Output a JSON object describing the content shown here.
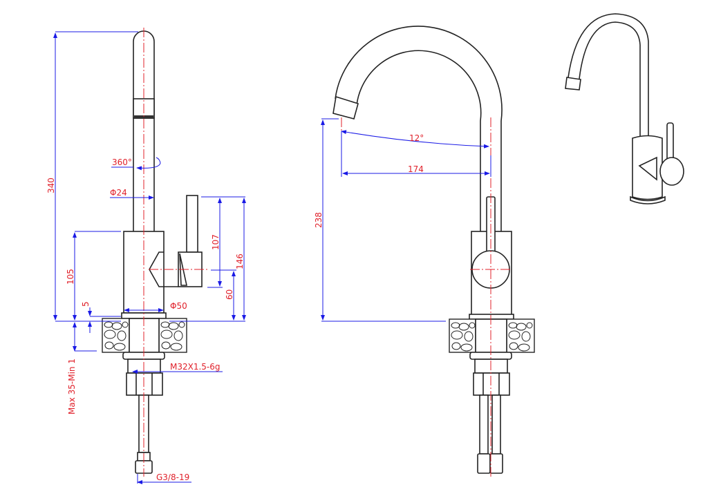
{
  "drawing": {
    "front_view": {
      "height_total": "340",
      "rotation": "360°",
      "spout_diameter": "Φ24",
      "body_height": "105",
      "base_thickness": "5",
      "body_diameter": "Φ50",
      "handle_height": "107",
      "handle_total": "146",
      "handle_axis": "60",
      "thread": "M32X1.5-6g",
      "countertop": "Max 35-Min 1",
      "hose_thread": "G3/8-19"
    },
    "side_view": {
      "spout_angle": "12°",
      "spout_reach": "174",
      "spout_height": "238"
    },
    "colors": {
      "outline": "#222222",
      "dimension": "#1a1ae6",
      "label": "#e0202a"
    }
  }
}
